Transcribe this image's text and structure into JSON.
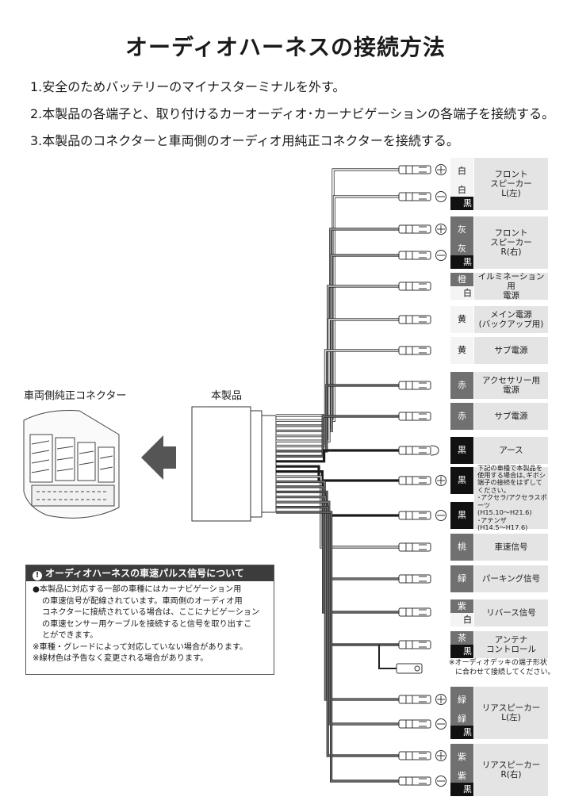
{
  "title": "オーディオハーネスの接続方法",
  "steps": [
    "1.安全のためバッテリーのマイナスターミナルを外す。",
    "2.本製品の各端子と、取り付けるカーオーディオ･カーナビゲーションの各端子を接続する。",
    "3.本製品のコネクターと車両側のオーディオ用純正コネクターを接続する。"
  ],
  "vehicle_connector_label": "車両側純正コネクター",
  "product_label": "本製品",
  "note": {
    "heading": "オーディオハーネスの車速パルス信号について",
    "icon": "exclamation-icon",
    "lines": [
      "●本製品に対応する一部の車種にはカーナビゲーション用",
      "の車速信号が配線されています。車両側のオーディオ用",
      "コネクターに接続されている場合は、ここにナビゲーション",
      "の車速センサー用ケーブルを接続すると信号を取り出すこ",
      "とができます。",
      "※車種・グレードによって対応していない場合があります。",
      "※線材色は予告なく変更される場合があります。"
    ]
  },
  "wires": [
    {
      "color_top": "白",
      "color_bottom": "",
      "desc": "フロント\nスピーカー\nL(左)",
      "polarity": "+",
      "wire_hex": "#f2f2f2"
    },
    {
      "color_top": "白",
      "color_bottom": "黒",
      "desc": "",
      "polarity": "−",
      "wire_hex": "#f2f2f2"
    },
    {
      "color_top": "灰",
      "color_bottom": "",
      "desc": "フロント\nスピーカー\nR(右)",
      "polarity": "+",
      "wire_hex": "#9a9a9a"
    },
    {
      "color_top": "灰",
      "color_bottom": "黒",
      "desc": "",
      "polarity": "−",
      "wire_hex": "#9a9a9a"
    },
    {
      "color_top": "橙",
      "color_bottom": "白",
      "desc": "イルミネーション用\n電源",
      "polarity": "",
      "wire_hex": "#bdbdbd"
    },
    {
      "color_top": "黄",
      "color_bottom": "",
      "desc": "メイン電源\n(バックアップ用)",
      "polarity": "",
      "wire_hex": "#d9d9d9"
    },
    {
      "color_top": "黄",
      "color_bottom": "",
      "desc": "サブ電源",
      "polarity": "",
      "wire_hex": "#d9d9d9"
    },
    {
      "color_top": "赤",
      "color_bottom": "",
      "desc": "アクセサリー用\n電源",
      "polarity": "",
      "wire_hex": "#6a6a6a"
    },
    {
      "color_top": "赤",
      "color_bottom": "",
      "desc": "サブ電源",
      "polarity": "",
      "wire_hex": "#6a6a6a"
    },
    {
      "color_top": "黒",
      "color_bottom": "",
      "desc": "アース",
      "polarity": "",
      "wire_hex": "#1a1a1a"
    },
    {
      "color_top": "黒",
      "color_bottom": "",
      "desc": "下記の車種で本製品を\n使用する場合は､ギボシ\n端子の接続をはずして\nください｡\n･アクセラ/アクセラスポーツ\n(H15.10〜H21.6)\n･アテンザ\n(H14.5〜H17.6)",
      "polarity": "+",
      "wire_hex": "#1a1a1a"
    },
    {
      "color_top": "黒",
      "color_bottom": "",
      "desc": "",
      "polarity": "−",
      "wire_hex": "#1a1a1a"
    },
    {
      "color_top": "桃",
      "color_bottom": "",
      "desc": "車速信号",
      "polarity": "",
      "wire_hex": "#c8c8c8"
    },
    {
      "color_top": "緑",
      "color_bottom": "",
      "desc": "パーキング信号",
      "polarity": "",
      "wire_hex": "#7a7a7a"
    },
    {
      "color_top": "紫",
      "color_bottom": "白",
      "desc": "リバース信号",
      "polarity": "",
      "wire_hex": "#6a6a6a"
    },
    {
      "color_top": "茶",
      "color_bottom": "黒",
      "desc": "アンテナ\nコントロール",
      "polarity": "",
      "wire_hex": "#5a5a5a"
    },
    {
      "color_top": "緑",
      "color_bottom": "",
      "desc": "リアスピーカー\nL(左)",
      "polarity": "+",
      "wire_hex": "#7a7a7a"
    },
    {
      "color_top": "緑",
      "color_bottom": "黒",
      "desc": "",
      "polarity": "−",
      "wire_hex": "#7a7a7a"
    },
    {
      "color_top": "紫",
      "color_bottom": "",
      "desc": "リアスピーカー\nR(右)",
      "polarity": "+",
      "wire_hex": "#6a6a6a"
    },
    {
      "color_top": "紫",
      "color_bottom": "黒",
      "desc": "",
      "polarity": "−",
      "wire_hex": "#6a6a6a"
    }
  ],
  "footnote": [
    "※オーディオデッキの端子形状",
    "に合わせて接続してください。"
  ],
  "colors": {
    "tile_light": "#f4f4f4",
    "tile_dark": "#707070",
    "tile_black": "#111111",
    "desc_bg": "#e4e4e4",
    "note_head": "#3c3c3c"
  }
}
